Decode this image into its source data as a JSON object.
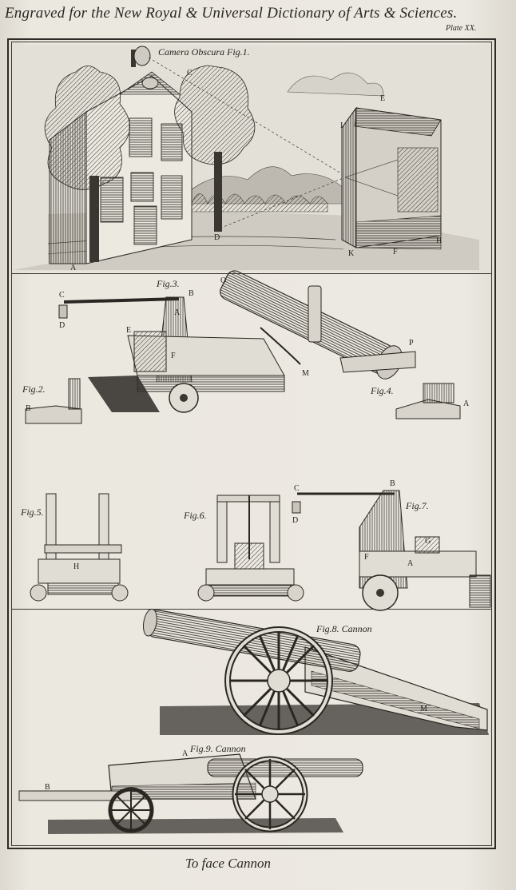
{
  "header": {
    "title": "Engraved for the New Royal & Universal Dictionary of Arts & Sciences.",
    "plate": "Plate XX."
  },
  "figures": {
    "fig1": "Camera Obscura Fig.1.",
    "fig2": "Fig.2.",
    "fig3": "Fig.3.",
    "fig4": "Fig.4.",
    "fig5": "Fig.5.",
    "fig6": "Fig.6.",
    "fig7": "Fig.7.",
    "fig8": "Fig.8. Cannon",
    "fig9": "Fig.9. Cannon"
  },
  "letters": {
    "l_A1": "A",
    "l_C1": "C",
    "l_D1": "D",
    "l_E1": "E",
    "l_I1": "I",
    "l_K1": "K",
    "l_F1": "F",
    "l_H1": "H",
    "l_C3": "C",
    "l_D3": "D",
    "l_B3": "B",
    "l_A3": "A",
    "l_E3": "E",
    "l_F3": "F",
    "l_O": "O",
    "l_M3": "M",
    "l_P": "P",
    "l_B2": "B",
    "l_A4": "A",
    "l_H5": "H",
    "l_C7": "C",
    "l_D7": "D",
    "l_B7": "B",
    "l_G7": "G",
    "l_F7": "F",
    "l_A7": "A",
    "l_M8": "M",
    "l_A9": "A",
    "l_B9": "B"
  },
  "footer": {
    "caption": "To face Cannon"
  }
}
